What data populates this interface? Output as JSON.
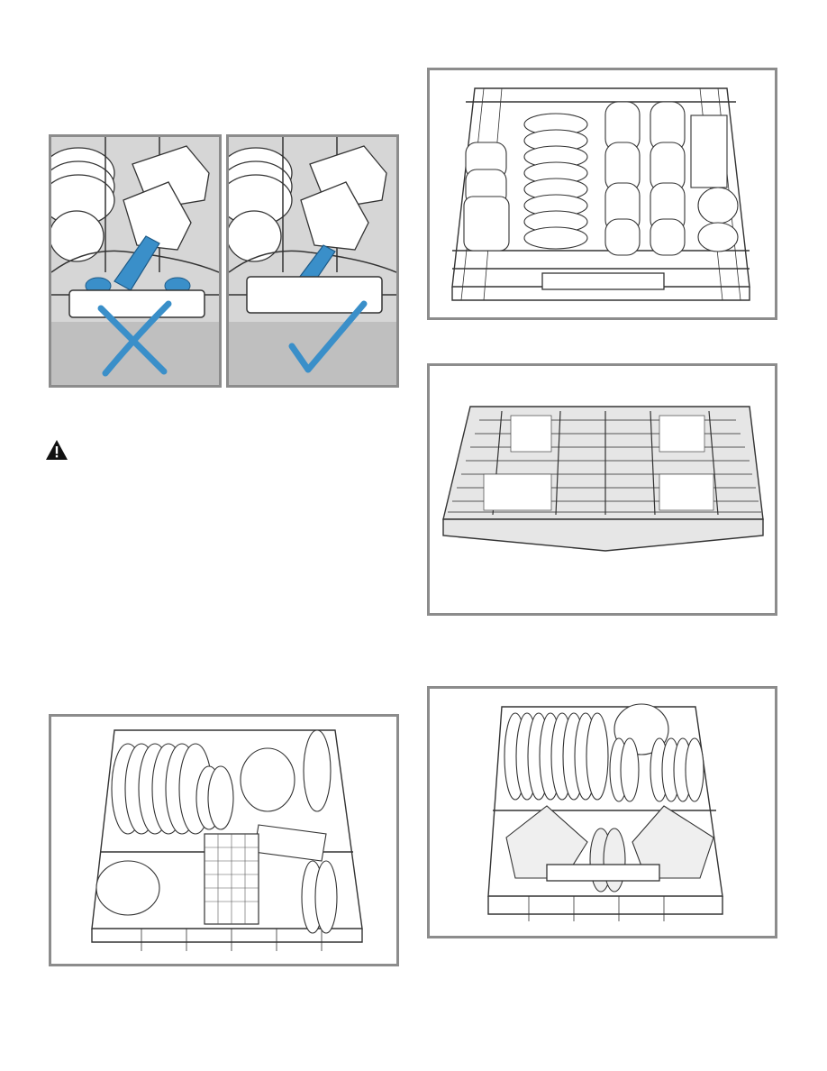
{
  "figures": [
    {
      "id": "wrong-loading",
      "mark": "cross",
      "mark_color": "#3a8fc9"
    },
    {
      "id": "correct-loading",
      "mark": "check",
      "mark_color": "#3a8fc9"
    },
    {
      "id": "upper-rack-loaded"
    },
    {
      "id": "cutlery-rack-loaded"
    },
    {
      "id": "lower-rack-loaded-plates-bowls"
    },
    {
      "id": "lower-rack-loaded-plates-glass-bowls"
    }
  ],
  "icons": {
    "warning": "warning-triangle-icon"
  },
  "colors": {
    "frame": "#8c8c8c",
    "wire": "#444444",
    "rack_bg": "#d4d4d4",
    "accent": "#3a8fc9"
  }
}
